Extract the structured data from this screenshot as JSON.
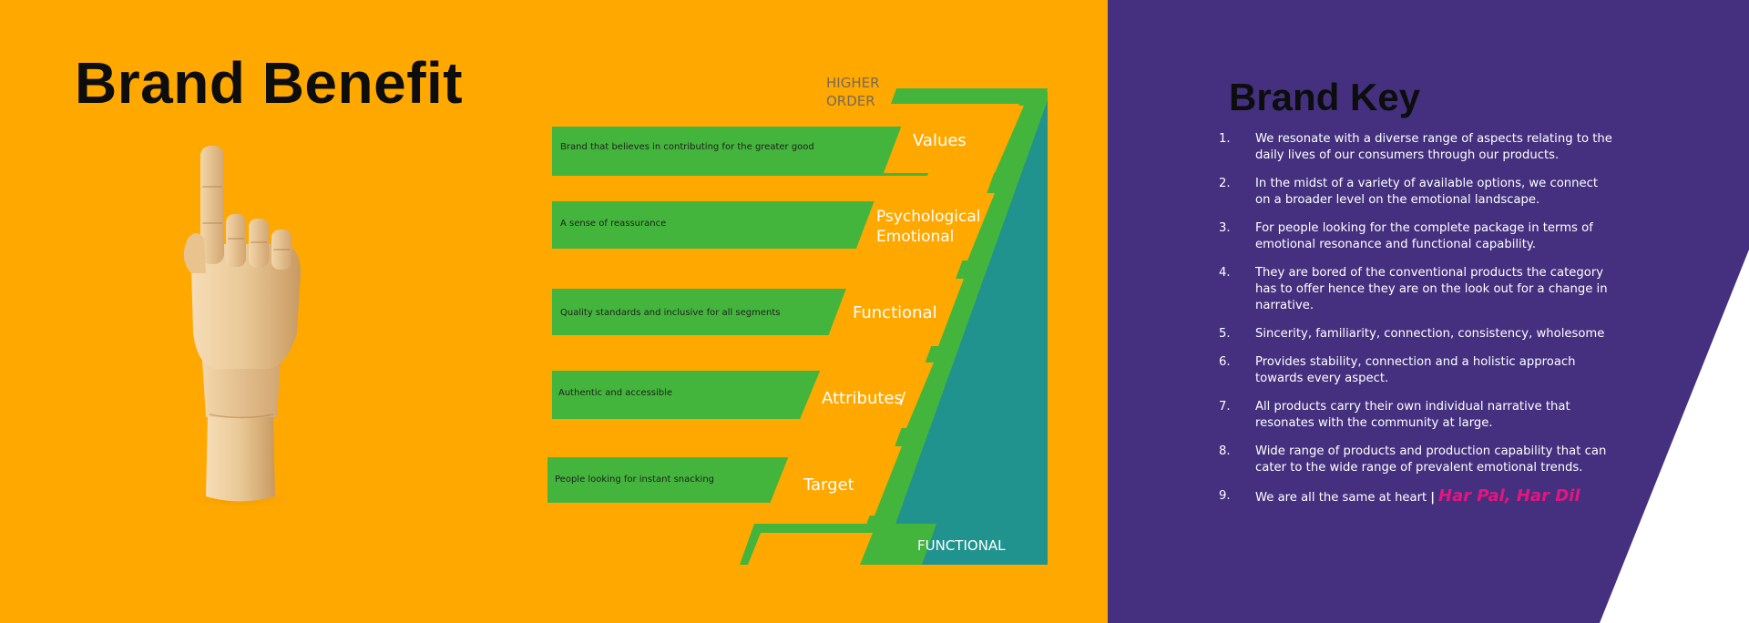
{
  "left": {
    "title": "Brand Benefit",
    "top_label": [
      "HIGHER",
      "ORDER"
    ],
    "bottom_label": "FUNCTIONAL",
    "rows": [
      {
        "benefit": "Brand that believes in contributing for the greater good",
        "level": [
          "Values"
        ]
      },
      {
        "benefit": "A sense of reassurance",
        "level": [
          "Psychological",
          "Emotional"
        ]
      },
      {
        "benefit": "Quality standards and inclusive for all segments",
        "level": [
          "Functional"
        ]
      },
      {
        "benefit": "Authentic and accessible",
        "level": [
          "Attributes",
          "/"
        ]
      },
      {
        "benefit": "People looking for instant snacking",
        "level": [
          "Target"
        ]
      }
    ]
  },
  "right": {
    "title": "Brand Key",
    "items": [
      {
        "num": "1.",
        "text": "We resonate with a diverse range of aspects relating to the daily lives of our consumers through our products."
      },
      {
        "num": "2.",
        "text": "In the midst of a variety of available options, we connect on a broader level on the emotional landscape."
      },
      {
        "num": "3.",
        "text": "For people looking for the complete package in terms of emotional resonance and functional capability."
      },
      {
        "num": "4.",
        "text": "They are bored of the conventional products the category has to offer hence they are on the look out for a change in narrative."
      },
      {
        "num": "5.",
        "text": "Sincerity, familiarity, connection, consistency, wholesome"
      },
      {
        "num": "6.",
        "text": "Provides stability, connection and a holistic approach towards every aspect."
      },
      {
        "num": "7.",
        "text": "All products carry their own individual narrative that resonates with the community at large."
      },
      {
        "num": "8.",
        "text": "Wide range of products and production capability  that can cater to the wide range of prevalent emotional trends."
      }
    ],
    "last_item": {
      "num": "9.",
      "text": "We are all the same at heart",
      "separator": "|",
      "tagline": "Har Pal, Har Dil"
    }
  },
  "colors": {
    "orange": "#FFA800",
    "purple": "#44307F",
    "green": "#44B53C",
    "teal": "#21938E",
    "pink": "#E6157E",
    "label_gray": "#7A6A55"
  }
}
